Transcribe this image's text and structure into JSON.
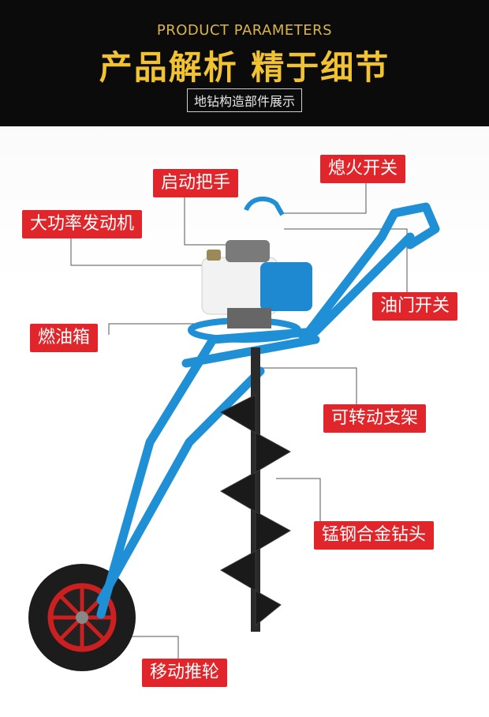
{
  "header": {
    "title_en": "PRODUCT PARAMETERS",
    "title_cn": "产品解析 精于细节",
    "subtitle": "地钻构造部件展示"
  },
  "labels": {
    "start_handle": "启动把手",
    "ignition_switch": "熄火开关",
    "engine": "大功率发动机",
    "throttle_switch": "油门开关",
    "fuel_tank": "燃油箱",
    "rotating_bracket": "可转动支架",
    "drill_bit": "锰钢合金钻头",
    "push_wheel": "移动推轮"
  },
  "colors": {
    "label_bg": "#e0262a",
    "label_text": "#ffffff",
    "frame_blue": "#1f8fd6",
    "header_bg": "#0b0b0b",
    "header_gold": "#f1c232"
  }
}
